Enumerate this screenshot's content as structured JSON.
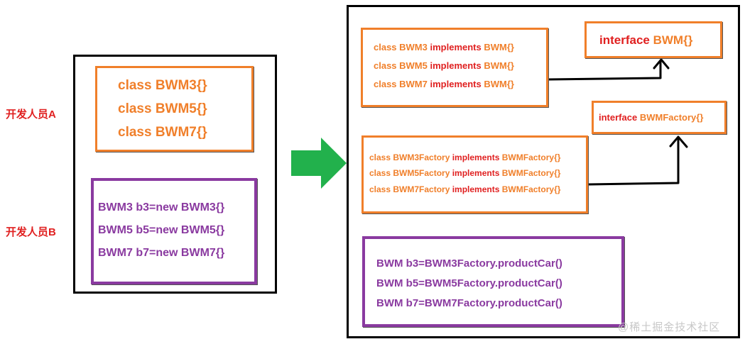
{
  "left": {
    "developer_a": "开发人员A",
    "developer_b": "开发人员B",
    "classes": [
      "class BWM3{}",
      "class BWM5{}",
      "class BWM7{}"
    ],
    "instances": [
      "BWM3 b3=new BWM3{}",
      "BWM5 b5=new BWM5{}",
      "BWM7 b7=new BWM7{}"
    ]
  },
  "right": {
    "impl_classes": [
      {
        "cls": "class BWM3",
        "kw": "implements",
        "iface": "BWM{}"
      },
      {
        "cls": "class BWM5",
        "kw": "implements",
        "iface": "BWM{}"
      },
      {
        "cls": "class BWM7",
        "kw": "implements",
        "iface": "BWM{}"
      }
    ],
    "interface_bwm": {
      "kw": "interface",
      "name": "BWM{}"
    },
    "interface_factory": {
      "kw": "interface",
      "name": "BWMFactory{}"
    },
    "factory_classes": [
      {
        "cls": "class BWM3Factory",
        "kw": "implements",
        "iface": "BWMFactory{}"
      },
      {
        "cls": "class BWM5Factory",
        "kw": "implements",
        "iface": "BWMFactory{}"
      },
      {
        "cls": "class BWM7Factory",
        "kw": "implements",
        "iface": "BWMFactory{}"
      }
    ],
    "usages": [
      "BWM b3=BWM3Factory.productCar()",
      "BWM b5=BWM5Factory.productCar()",
      "BWM b7=BWM7Factory.productCar()"
    ]
  },
  "watermark": "@稀土掘金技术社区",
  "colors": {
    "orange": "#f07f2a",
    "red": "#e02020",
    "purple": "#8a3aa0",
    "green_arrow": "#22b14c",
    "border": "#000000"
  }
}
